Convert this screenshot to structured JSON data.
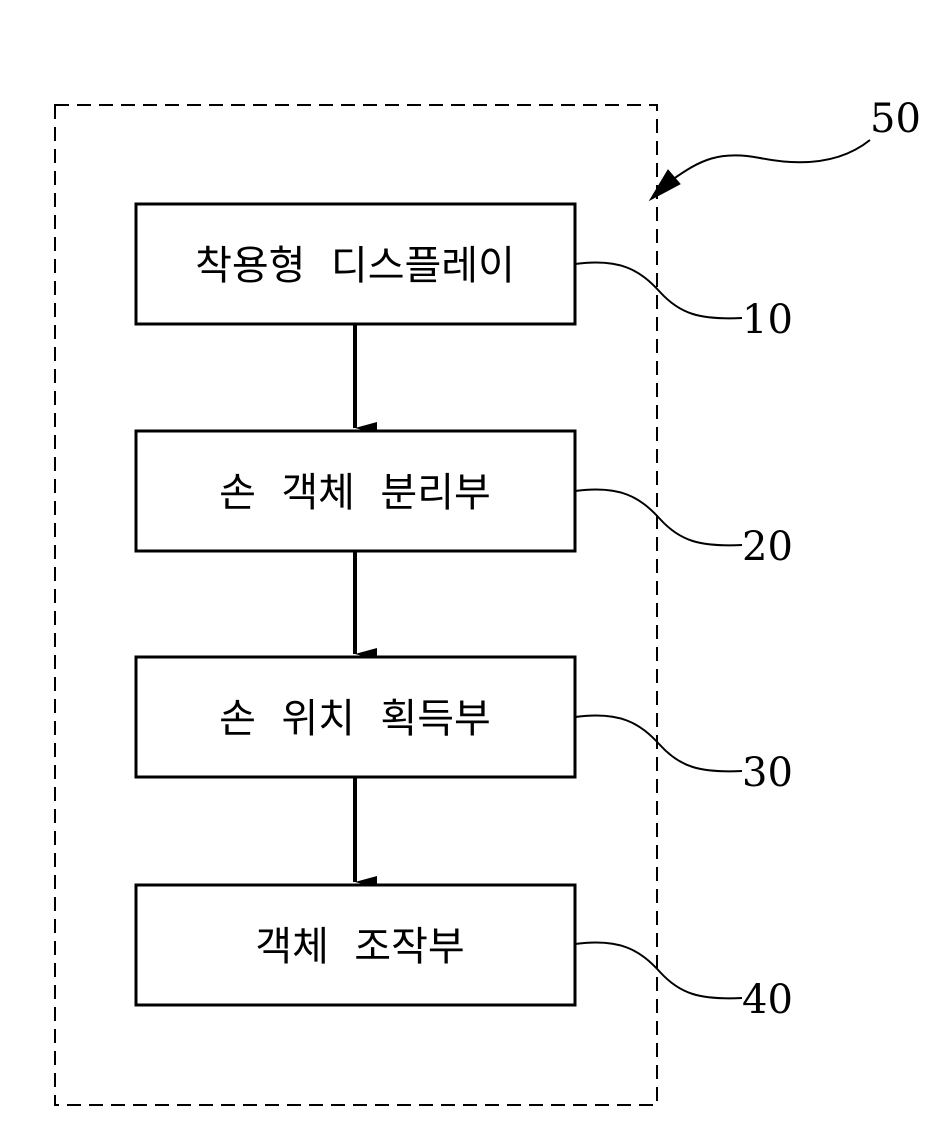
{
  "diagram": {
    "system_ref": "50",
    "blocks": [
      {
        "label": "착용형  디스플레이",
        "ref": "10"
      },
      {
        "label": "손  객체  분리부",
        "ref": "20"
      },
      {
        "label": "손  위치  획득부",
        "ref": "30"
      },
      {
        "label": "객체  조작부",
        "ref": "40"
      }
    ]
  }
}
